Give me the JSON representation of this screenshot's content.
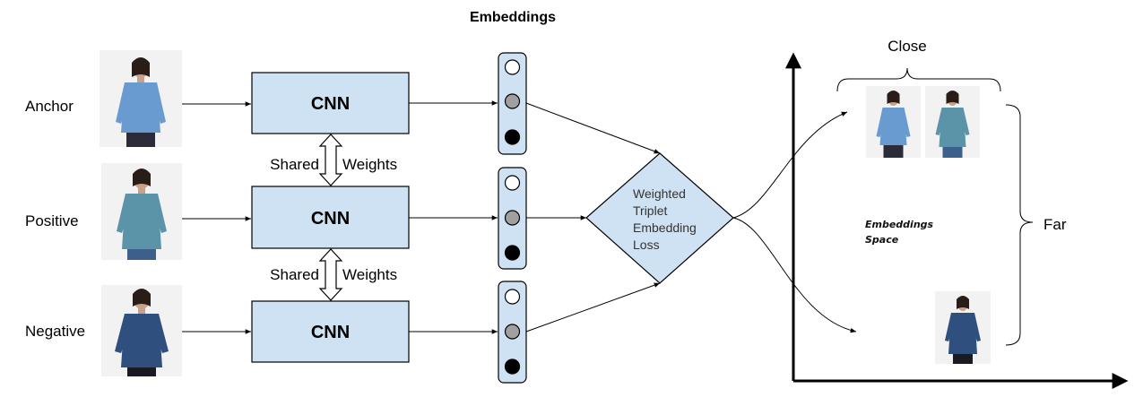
{
  "title": "Embeddings",
  "rows": [
    {
      "label": "Anchor",
      "cnn": "CNN",
      "shirt": "#6a9bd0"
    },
    {
      "label": "Positive",
      "cnn": "CNN",
      "shirt": "#5b93a8"
    },
    {
      "label": "Negative",
      "cnn": "CNN",
      "shirt": "#2f4f7f"
    }
  ],
  "shared_weights": [
    {
      "left": "Shared",
      "right": "Weights"
    },
    {
      "left": "Shared",
      "right": "Weights"
    }
  ],
  "loss": {
    "line1": "Weighted",
    "line2": "Triplet",
    "line3": "Embedding",
    "line4": "Loss"
  },
  "space": {
    "line1": "Embeddings",
    "line2": "Space"
  },
  "close_label": "Close",
  "far_label": "Far",
  "colors": {
    "box_fill": "#cfe2f3",
    "dot_white": "#ffffff",
    "dot_gray": "#a0a0a0",
    "dot_black": "#000000"
  }
}
